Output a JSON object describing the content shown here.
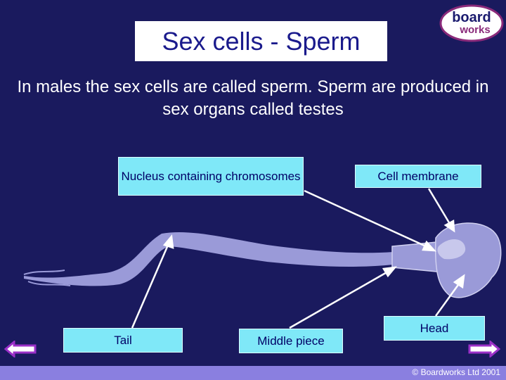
{
  "slide": {
    "title": "Sex cells - Sperm",
    "intro": "In males the sex cells are called sperm.  Sperm are produced in sex organs called testes"
  },
  "logo": {
    "line1": "board",
    "line2": "works"
  },
  "labels": {
    "nucleus": "Nucleus containing chromosomes",
    "cell_membrane": "Cell membrane",
    "tail": "Tail",
    "middle_piece": "Middle piece",
    "head": "Head"
  },
  "footer": {
    "copyright": "© Boardworks Ltd 2001"
  },
  "nav": {
    "back_icon": "arrow-left-icon",
    "forward_icon": "arrow-right-icon"
  },
  "colors": {
    "background": "#1a1a5e",
    "label_fill": "#7fe8f8",
    "sperm_fill": "#9a9ad8",
    "nucleus_fill": "#c8c8ec",
    "nav_arrow": "#9b30c8",
    "footer_bar": "#8a7fe0"
  }
}
